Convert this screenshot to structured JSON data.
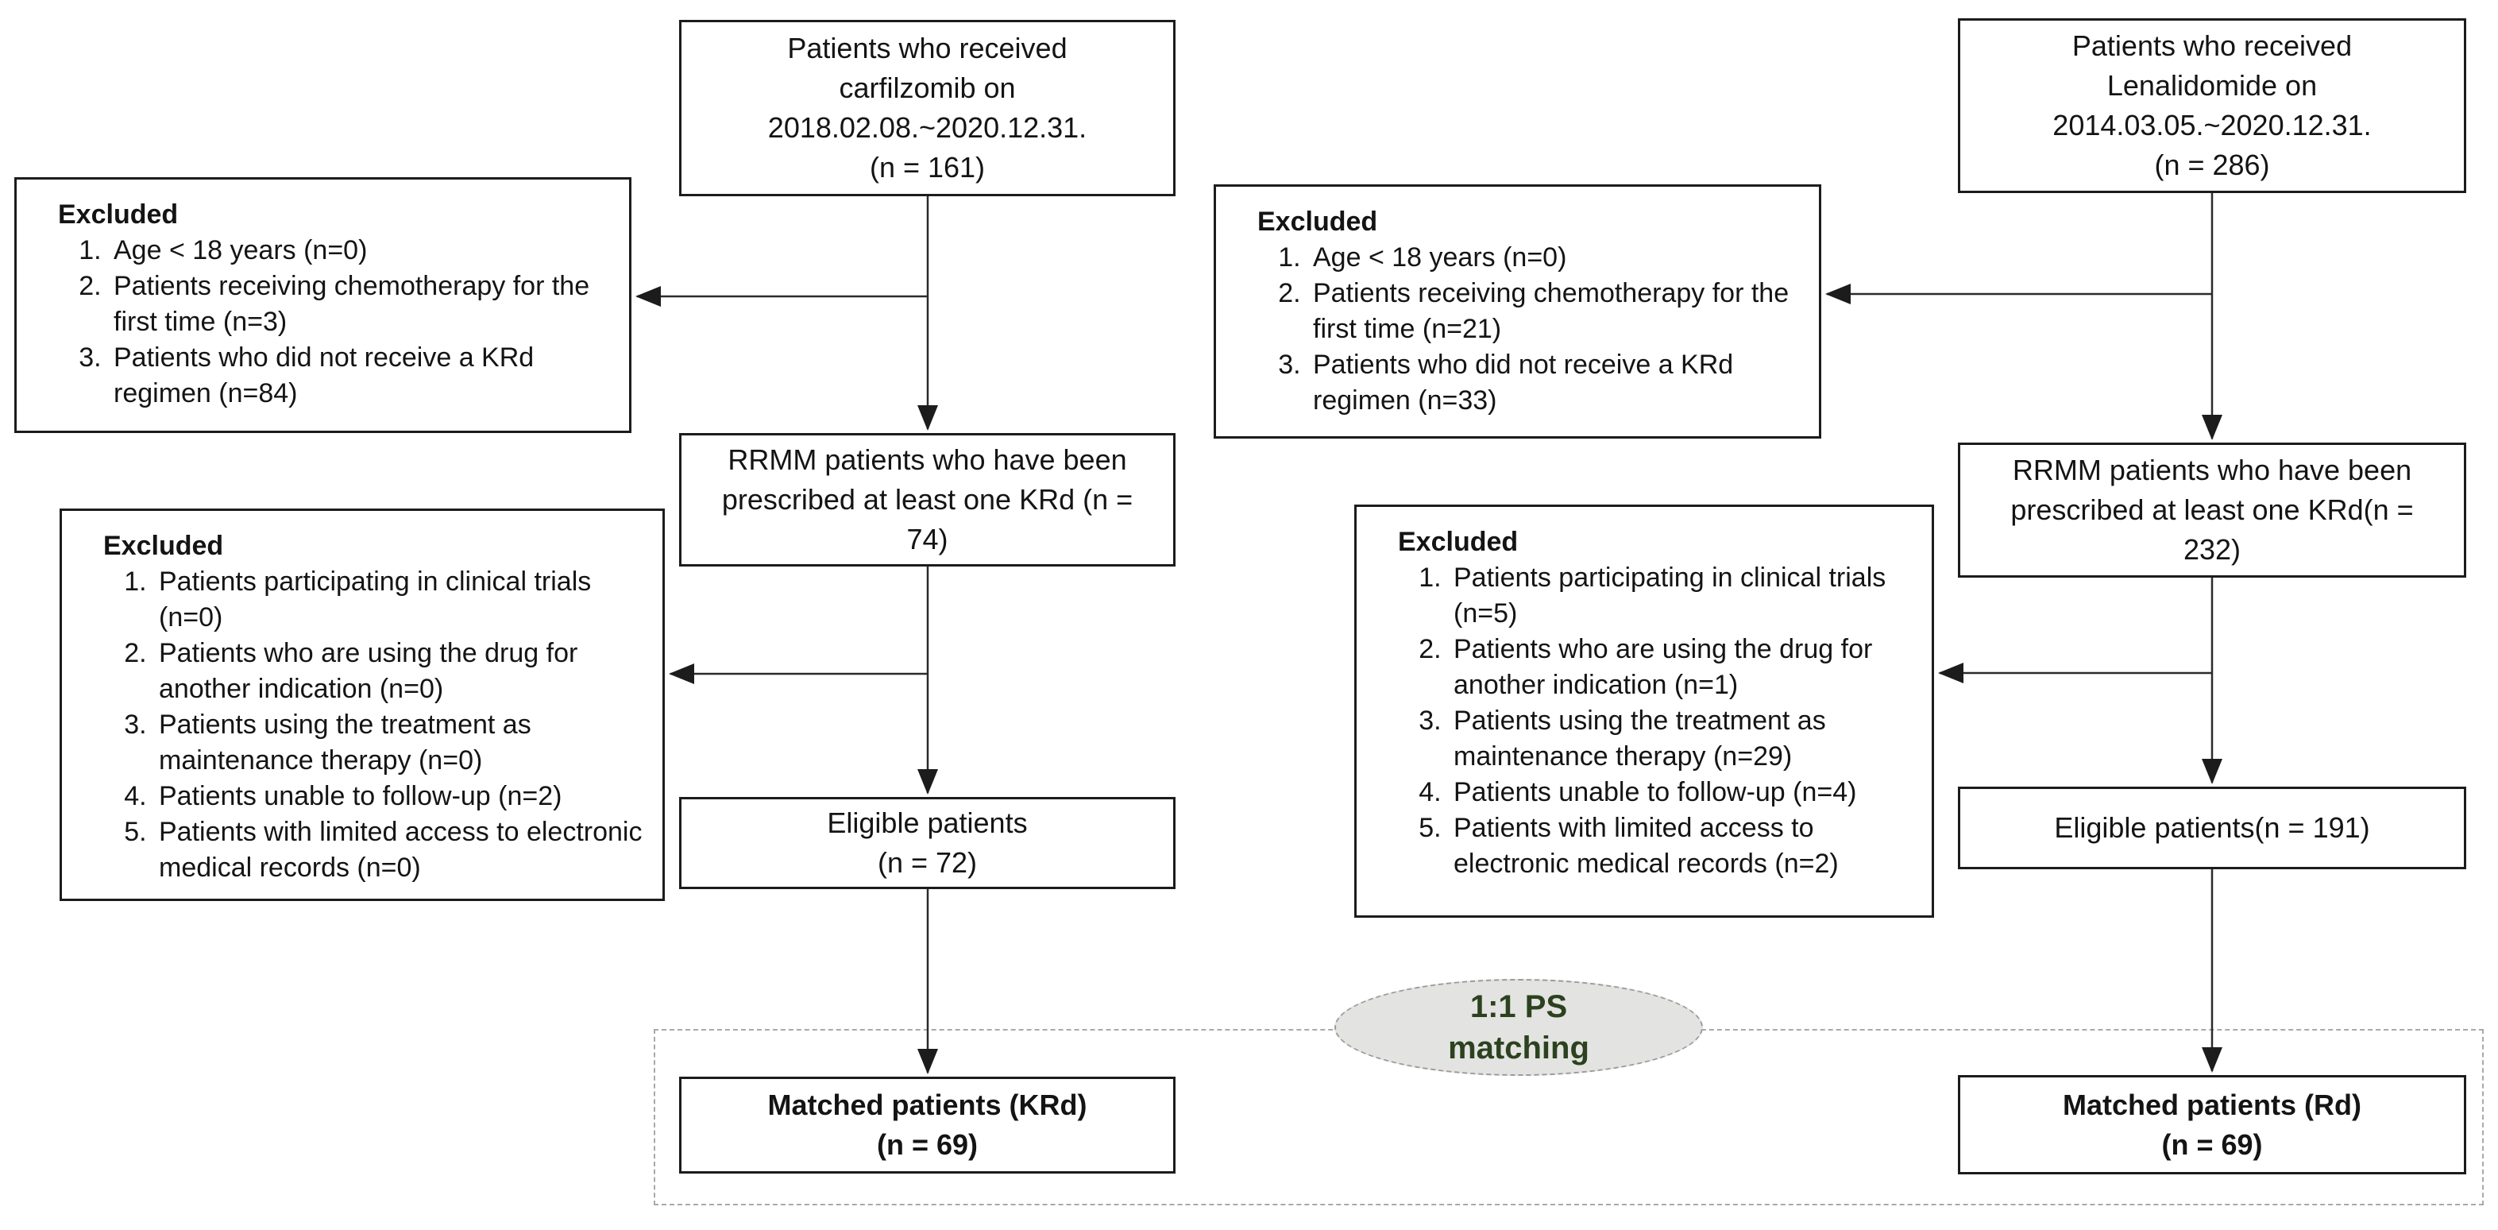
{
  "colors": {
    "box_border": "#1c1c1c",
    "text": "#141414",
    "connector": "#2b2b2b",
    "dashed_region_border": "#a9a9a9",
    "ellipse_fill": "#e3e3e1",
    "ellipse_border": "#9b9b9b",
    "ellipse_text": "#2c421f"
  },
  "left": {
    "source": {
      "lines": [
        "Patients who received",
        "carfilzomib on",
        "2018.02.08.~2020.12.31.",
        "(n = 161)"
      ]
    },
    "excluded1": {
      "title": "Excluded",
      "items": [
        "Age < 18 years (n=0)",
        "Patients receiving chemotherapy for the first time (n=3)",
        "Patients who did not receive a KRd regimen (n=84)"
      ]
    },
    "rrmm": {
      "text": "RRMM patients who have been prescribed at least one KRd (n = 74)"
    },
    "excluded2": {
      "title": "Excluded",
      "items": [
        "Patients participating in clinical trials (n=0)",
        "Patients who are using the drug for another indication (n=0)",
        "Patients using the treatment as maintenance therapy (n=0)",
        "Patients unable to follow-up (n=2)",
        "Patients with limited access to electronic medical records (n=0)"
      ]
    },
    "eligible": {
      "lines": [
        "Eligible patients",
        "(n = 72)"
      ]
    },
    "matched": {
      "lines": [
        "Matched patients (KRd)",
        "(n = 69)"
      ]
    }
  },
  "right": {
    "source": {
      "lines": [
        "Patients who received",
        "Lenalidomide on",
        "2014.03.05.~2020.12.31.",
        "(n = 286)"
      ]
    },
    "excluded1": {
      "title": "Excluded",
      "items": [
        "Age < 18 years (n=0)",
        "Patients receiving chemotherapy for the first time (n=21)",
        "Patients who did not receive a KRd regimen (n=33)"
      ]
    },
    "rrmm": {
      "text": "RRMM patients who have been prescribed at least one KRd(n = 232)"
    },
    "excluded2": {
      "title": "Excluded",
      "items": [
        "Patients participating in clinical trials (n=5)",
        "Patients who are using the drug for another indication (n=1)",
        "Patients using the treatment as maintenance therapy (n=29)",
        "Patients unable to follow-up (n=4)",
        "Patients with limited access to electronic medical records (n=2)"
      ]
    },
    "eligible": {
      "lines": [
        "Eligible patients(n = 191)"
      ]
    },
    "matched": {
      "lines": [
        "Matched patients (Rd)",
        "(n = 69)"
      ]
    }
  },
  "ps_matching": {
    "lines": [
      "1:1 PS",
      "matching"
    ]
  }
}
